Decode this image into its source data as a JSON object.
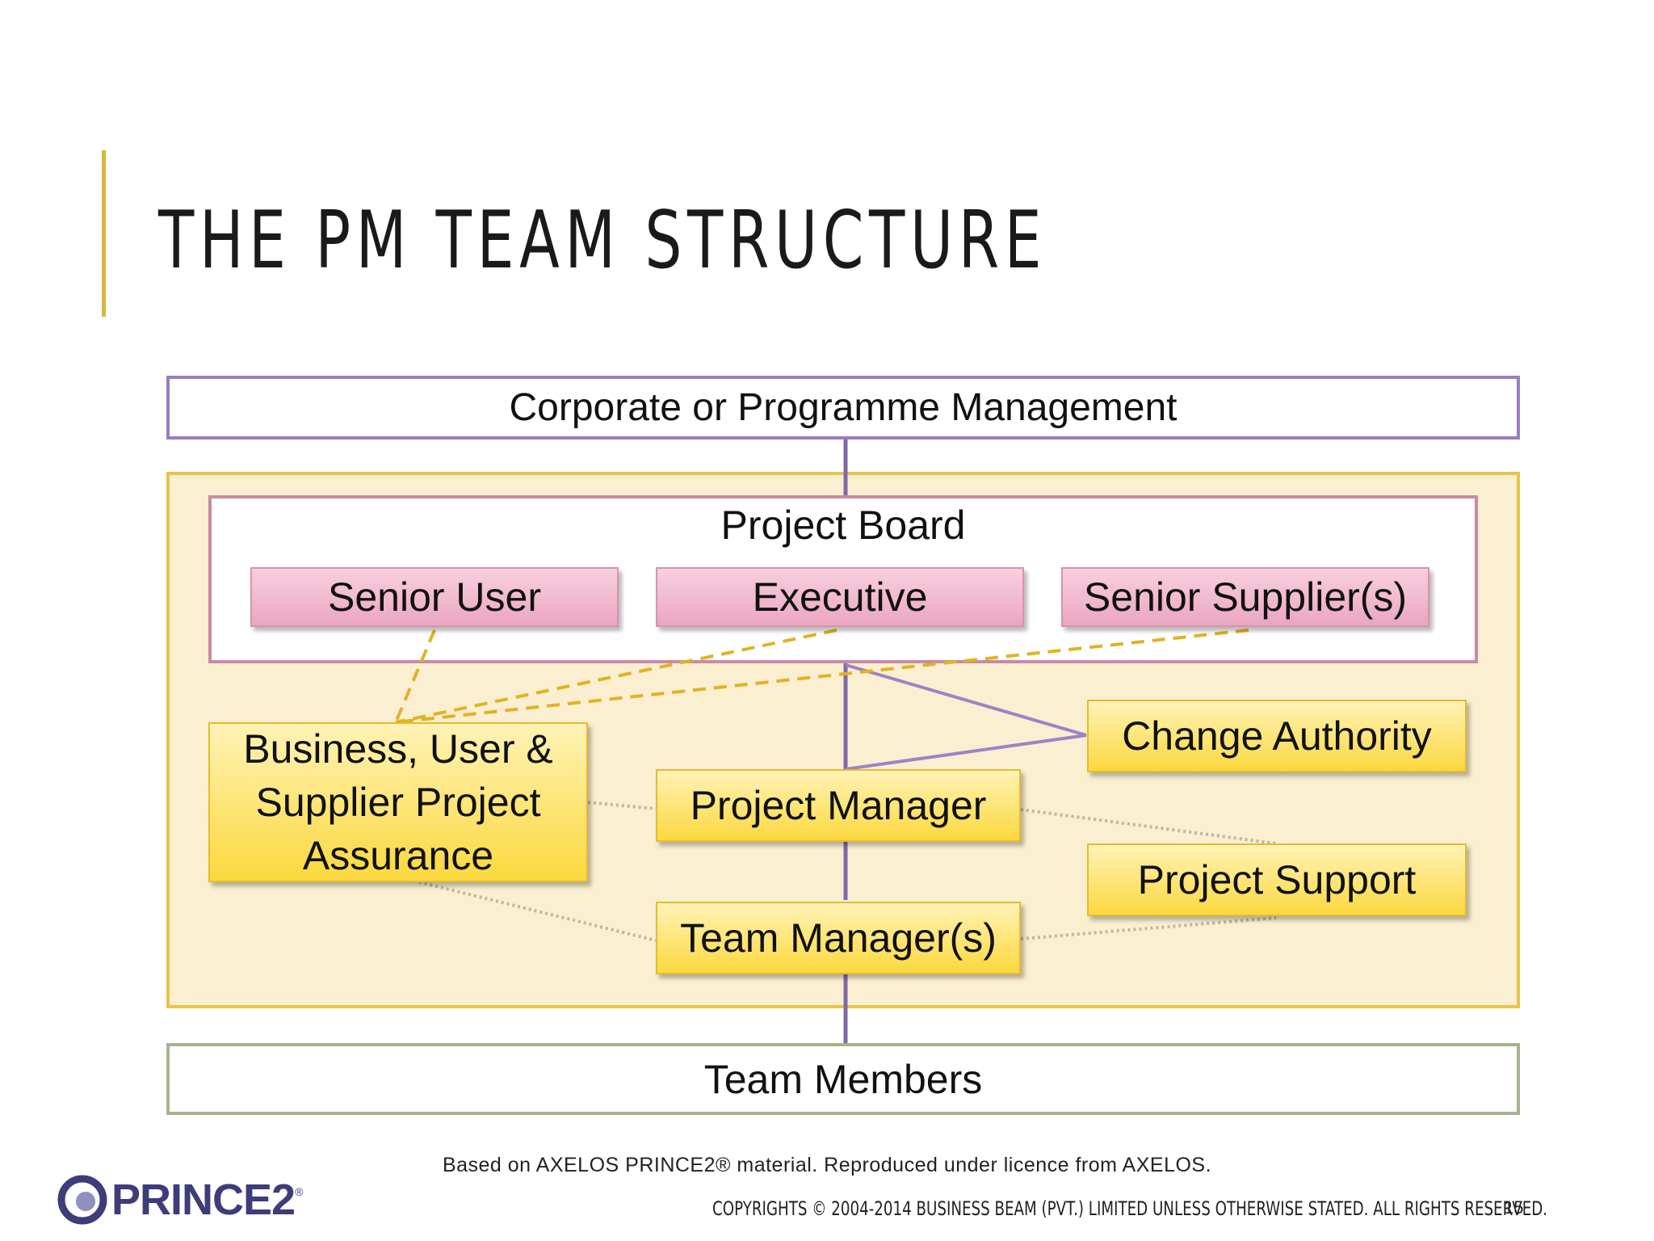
{
  "slide": {
    "title": "THE PM TEAM STRUCTURE",
    "page_number": "15"
  },
  "diagram": {
    "corporate": "Corporate or Programme Management",
    "project_board": "Project Board",
    "senior_user": "Senior User",
    "executive": "Executive",
    "senior_supplier": "Senior Supplier(s)",
    "assurance_lines": [
      "Business, User &",
      "Supplier Project",
      "Assurance"
    ],
    "change_authority": "Change Authority",
    "project_manager": "Project Manager",
    "project_support": "Project Support",
    "team_manager": "Team Manager(s)",
    "team_members": "Team Members"
  },
  "footer": {
    "note": "Based on AXELOS PRINCE2® material. Reproduced under licence from AXELOS.",
    "copyright": "COPYRIGHTS © 2004-2014 BUSINESS BEAM (PVT.) LIMITED  UNLESS OTHERWISE STATED. ALL RIGHTS RESERVED.",
    "logo_text": "PRINCE2",
    "logo_mark": "®"
  },
  "colors": {
    "accent": "#d8b83a",
    "corporate_border": "#9c7dbf",
    "container_border": "#e8c44a",
    "container_fill": "#fbefd1",
    "board_border": "#c98aa5",
    "pink_fill": "#eaa6c0",
    "yellow_fill": "#fbd83e",
    "team_members_border": "#a6b490",
    "solid_line": "#7f6aa6",
    "dashed_line": "#e0b323",
    "dotted_line": "#b9b9a4"
  }
}
